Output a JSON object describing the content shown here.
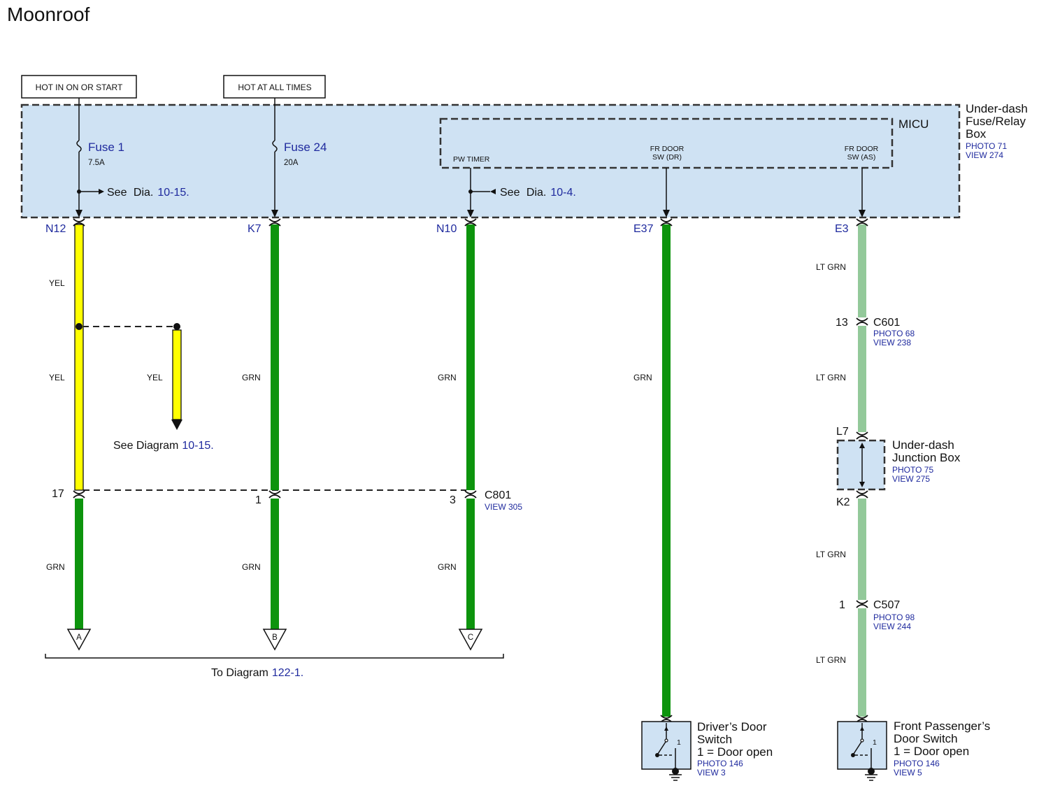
{
  "title": "Moonroof",
  "sources": {
    "ign": "HOT IN ON OR START",
    "batt": "HOT AT ALL TIMES"
  },
  "fuse_box": {
    "name": [
      "Under-dash",
      "Fuse/Relay",
      "Box"
    ],
    "photo": "PHOTO 71",
    "view": "VIEW 274",
    "fuses": [
      {
        "name": "Fuse 1",
        "rating": "7.5A"
      },
      {
        "name": "Fuse 24",
        "rating": "20A"
      }
    ],
    "refs": [
      {
        "text": "See Dia.",
        "ref": "10-15."
      },
      {
        "text": "See Dia.",
        "ref": "10-4."
      }
    ]
  },
  "micu": {
    "name": "MICU",
    "pw_timer": "PW TIMER",
    "fr_door_dr": [
      "FR DOOR",
      "SW (DR)"
    ],
    "fr_door_as": [
      "FR DOOR",
      "SW (AS)"
    ]
  },
  "pins": [
    "N12",
    "K7",
    "N10",
    "E37",
    "E3"
  ],
  "wire_labels": {
    "n12": [
      "YEL",
      "YEL",
      "GRN"
    ],
    "splice": "YEL",
    "k7": [
      "GRN",
      "GRN"
    ],
    "n10": [
      "GRN",
      "GRN"
    ],
    "e37": [
      "GRN"
    ],
    "e3": [
      "LT GRN",
      "LT GRN",
      "LT GRN",
      "LT GRN"
    ]
  },
  "splice_ref": {
    "text": "See Diagram",
    "ref": "10-15."
  },
  "c801": {
    "name": "C801",
    "view": "VIEW 305",
    "pins": [
      "17",
      "1",
      "3"
    ]
  },
  "c601": {
    "name": "C601",
    "photo": "PHOTO 68",
    "view": "VIEW 238",
    "pin": "13"
  },
  "junction_box": {
    "name": [
      "Under-dash",
      "Junction Box"
    ],
    "photo": "PHOTO 75",
    "view": "VIEW 275",
    "pin_in": "L7",
    "pin_out": "K2"
  },
  "c507": {
    "name": "C507",
    "photo": "PHOTO 98",
    "view": "VIEW 244",
    "pin": "1"
  },
  "terminals": [
    "A",
    "B",
    "C"
  ],
  "to_diagram": {
    "text": "To Diagram",
    "ref": "122-1."
  },
  "switches": [
    {
      "name": [
        "Driver’s Door",
        "Switch",
        "1 = Door open"
      ],
      "photo": "PHOTO 146",
      "view": "VIEW 3",
      "pin": "1"
    },
    {
      "name": [
        "Front Passenger’s",
        "Door Switch",
        "1 = Door open"
      ],
      "photo": "PHOTO 146",
      "view": "VIEW 5",
      "pin": "1"
    }
  ],
  "wire_colors": {
    "YEL": "#ffff00",
    "GRN": "#0d940d",
    "LT GRN": "#93c99a"
  }
}
